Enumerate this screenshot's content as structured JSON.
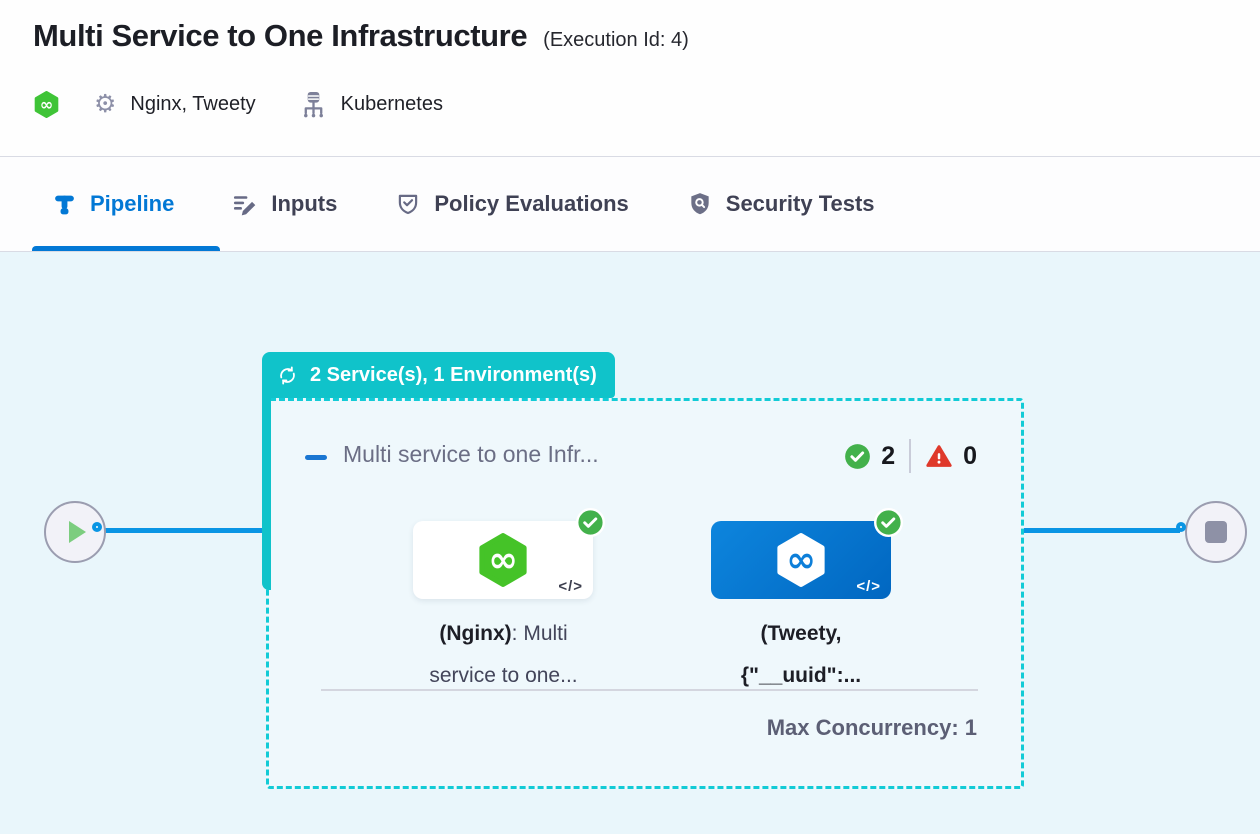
{
  "header": {
    "title": "Multi Service to One Infrastructure",
    "execution_id": "(Execution Id: 4)",
    "services": "Nginx, Tweety",
    "infrastructure": "Kubernetes"
  },
  "tabs": {
    "pipeline": "Pipeline",
    "inputs": "Inputs",
    "policy": "Policy Evaluations",
    "security": "Security Tests"
  },
  "canvas": {
    "badge_label": "2 Service(s), 1 Environment(s)",
    "stage": {
      "title": "Multi service to one Infr...",
      "success_count": "2",
      "error_count": "0",
      "max_concurrency": "Max Concurrency: 1",
      "nodes": [
        {
          "name_bold": "(Nginx)",
          "name_rest": ": Multi service to one...",
          "code_icon": "</>"
        },
        {
          "name_bold": "(Tweety, {\"__uuid\":...",
          "name_rest": "",
          "code_icon": "</>"
        }
      ]
    }
  },
  "colors": {
    "teal": "#10c3ca",
    "dashed_teal": "#12cbd6",
    "primary_blue": "#0278d5",
    "edge_blue": "#0a95e4",
    "success_green": "#43b14b",
    "error_red": "#df392b",
    "canvas_bg": "#e9f6fb"
  }
}
